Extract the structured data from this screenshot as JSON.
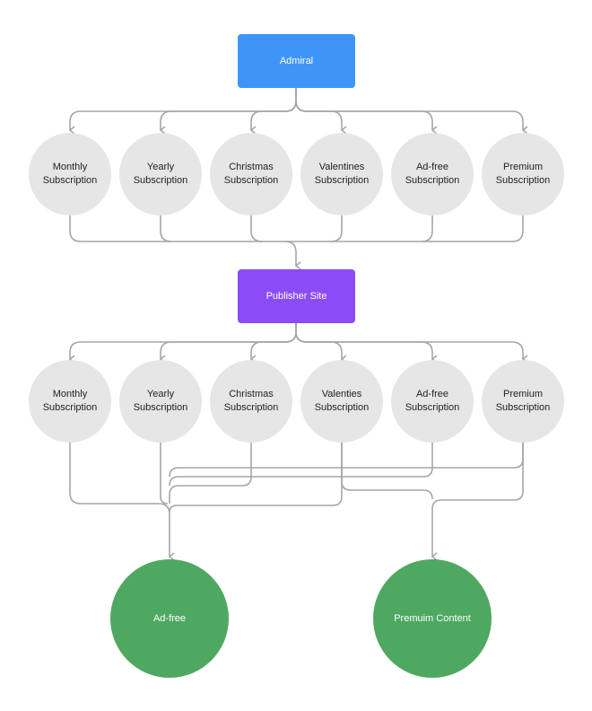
{
  "colors": {
    "admiral": "#3f95f7",
    "publisher": "#8b4cf7",
    "subscription": "#e6e6e6",
    "outcome": "#4fa861",
    "edge": "#a6a6a6"
  },
  "top_node": {
    "label": "Admiral"
  },
  "middle_node": {
    "label": "Publisher Site"
  },
  "row1": [
    {
      "line1": "Monthly",
      "line2": "Subscription"
    },
    {
      "line1": "Yearly",
      "line2": "Subscription"
    },
    {
      "line1": "Christmas",
      "line2": "Subscription"
    },
    {
      "line1": "Valentines",
      "line2": "Subscription"
    },
    {
      "line1": "Ad-free",
      "line2": "Subscription"
    },
    {
      "line1": "Premium",
      "line2": "Subscription"
    }
  ],
  "row2": [
    {
      "line1": "Monthly",
      "line2": "Subscription"
    },
    {
      "line1": "Yearly",
      "line2": "Subscription"
    },
    {
      "line1": "Christmas",
      "line2": "Subscription"
    },
    {
      "line1": "Valenties",
      "line2": "Subscription"
    },
    {
      "line1": "Ad-free",
      "line2": "Subscription"
    },
    {
      "line1": "Premium",
      "line2": "Subscription"
    }
  ],
  "outcomes": [
    {
      "label": "Ad-free"
    },
    {
      "label": "Premuim Content"
    }
  ]
}
